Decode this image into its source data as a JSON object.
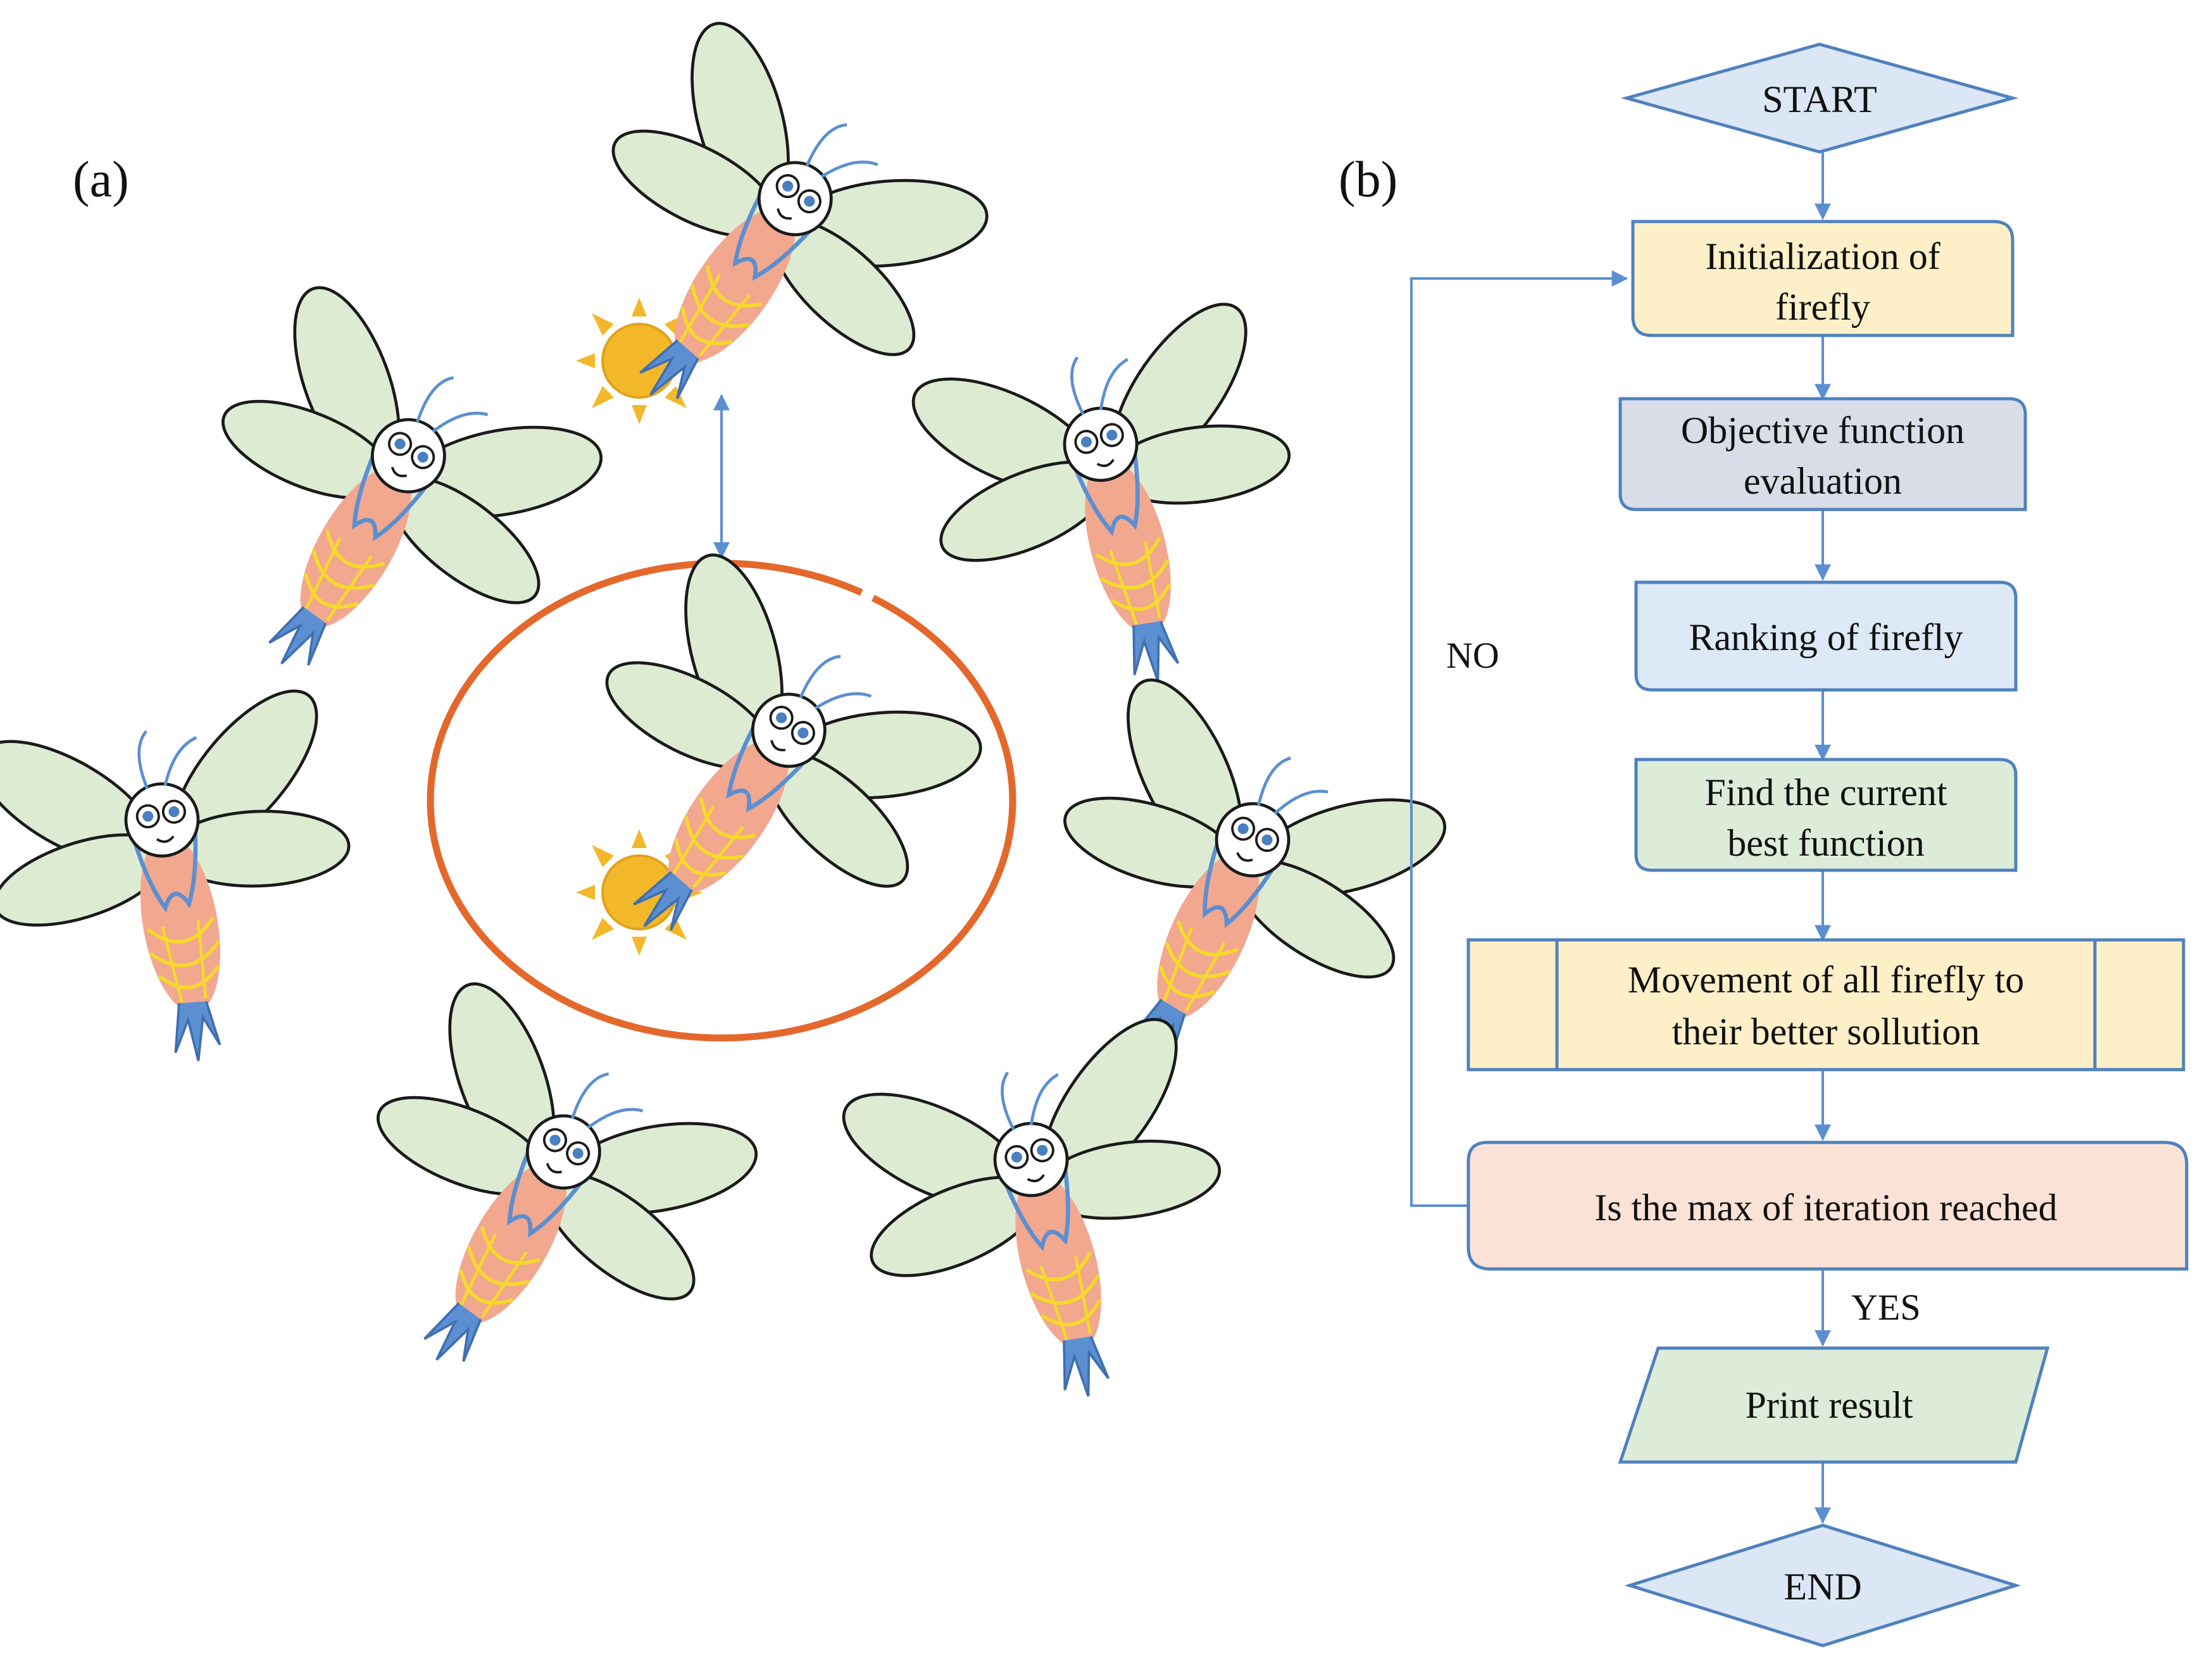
{
  "panel_a": {
    "label": "(a)"
  },
  "panel_b": {
    "label": "(b)",
    "start": "START",
    "steps": {
      "init_line1": "Initialization of",
      "init_line2": "firefly",
      "objective_line1": "Objective function",
      "objective_line2": "evaluation",
      "ranking": "Ranking of firefly",
      "find_line1": "Find the current",
      "find_line2": "best function",
      "move_line1": "Movement of all firefly to",
      "move_line2": "their better sollution",
      "decision": "Is the max of iteration reached",
      "print": "Print result"
    },
    "no_label": "NO",
    "yes_label": "YES",
    "end": "END"
  },
  "colors": {
    "wing_fill": "#dcebd2",
    "body_fill": "#f2a78f",
    "belt": "#f5d92a",
    "sun": "#f2b82a",
    "antenna_blue": "#5b8fd1",
    "ring": "#e4682c",
    "arrow_blue": "#5b8fd1",
    "box_yellow": "#fdf0c8",
    "box_slate": "#d8dde8",
    "box_blue": "#dde9f7",
    "box_green": "#dcecd8",
    "box_pink": "#fbe2d6",
    "diamond_blue": "#dbe7f5",
    "stroke_blue": "#4f81bd"
  }
}
